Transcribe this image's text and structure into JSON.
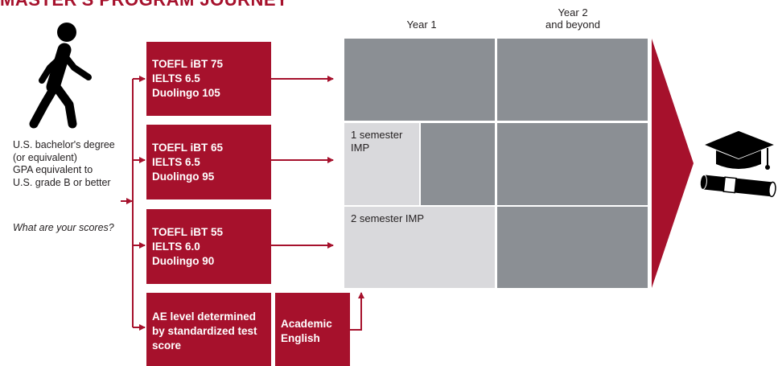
{
  "title": "MASTER'S PROGRAM JOURNEY",
  "columns": {
    "year1": "Year 1",
    "year2_line1": "Year 2",
    "year2_line2": "and beyond"
  },
  "requirements": {
    "line1": "U.S. bachelor's degree",
    "line2": "(or equivalent)",
    "line3": "GPA equivalent to",
    "line4": "U.S. grade B or better"
  },
  "question": "What are your scores?",
  "score_boxes": [
    {
      "toefl": "TOEFL iBT 75",
      "ielts": "IELTS 6.5",
      "duolingo": "Duolingo 105"
    },
    {
      "toefl": "TOEFL iBT 65",
      "ielts": "IELTS 6.5",
      "duolingo": "Duolingo 95"
    },
    {
      "toefl": "TOEFL iBT 55",
      "ielts": "IELTS 6.0",
      "duolingo": "Duolingo 90"
    }
  ],
  "ae_box": {
    "line1": "AE level determined",
    "line2": "by standardized test",
    "line3": "score"
  },
  "academic_english": {
    "line1": "Academic",
    "line2": "English"
  },
  "imp_labels": {
    "one_semester_line1": "1 semester",
    "one_semester_line2": "IMP",
    "two_semester": "2 semester IMP"
  },
  "colors": {
    "brand_red": "#a6112c",
    "dark_gray": "#8b8f94",
    "light_gray": "#d9d9dc"
  },
  "icons": {
    "walker": "walking-person-icon",
    "graduation": "graduation-cap-diploma-icon"
  }
}
